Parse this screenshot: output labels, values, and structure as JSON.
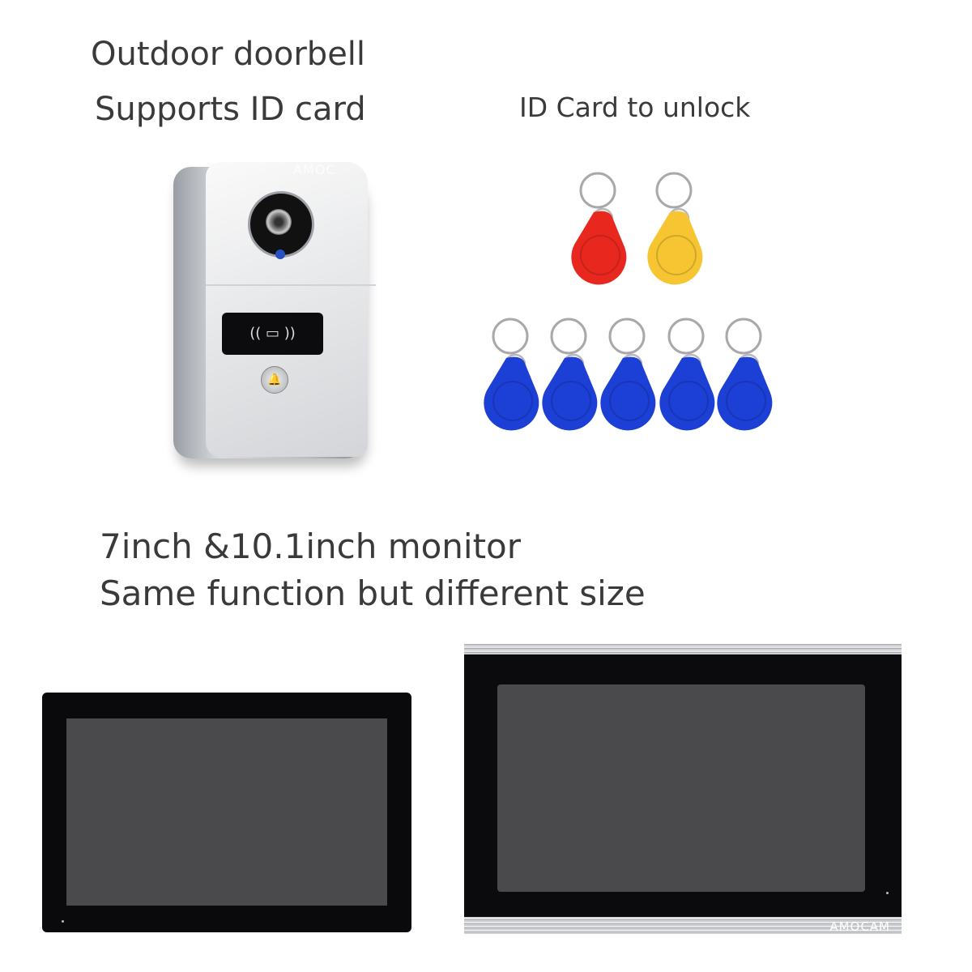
{
  "headings": {
    "doorbell_title": "Outdoor doorbell",
    "doorbell_subtitle": "Supports ID card",
    "idcard_title": "ID Card to unlock",
    "monitor_title": "7inch &10.1inch monitor",
    "monitor_subtitle": "Same function but different size"
  },
  "doorbell": {
    "reader_glyph": "((  ▭  ))",
    "watermark": "AMOC"
  },
  "keyfobs": {
    "colors": [
      "#e8281e",
      "#f6c531",
      "#1c3fd6",
      "#1c3fd6",
      "#1c3fd6",
      "#1c3fd6",
      "#1c3fd6"
    ]
  },
  "monitors": {
    "watermark": "AMOCAM"
  }
}
